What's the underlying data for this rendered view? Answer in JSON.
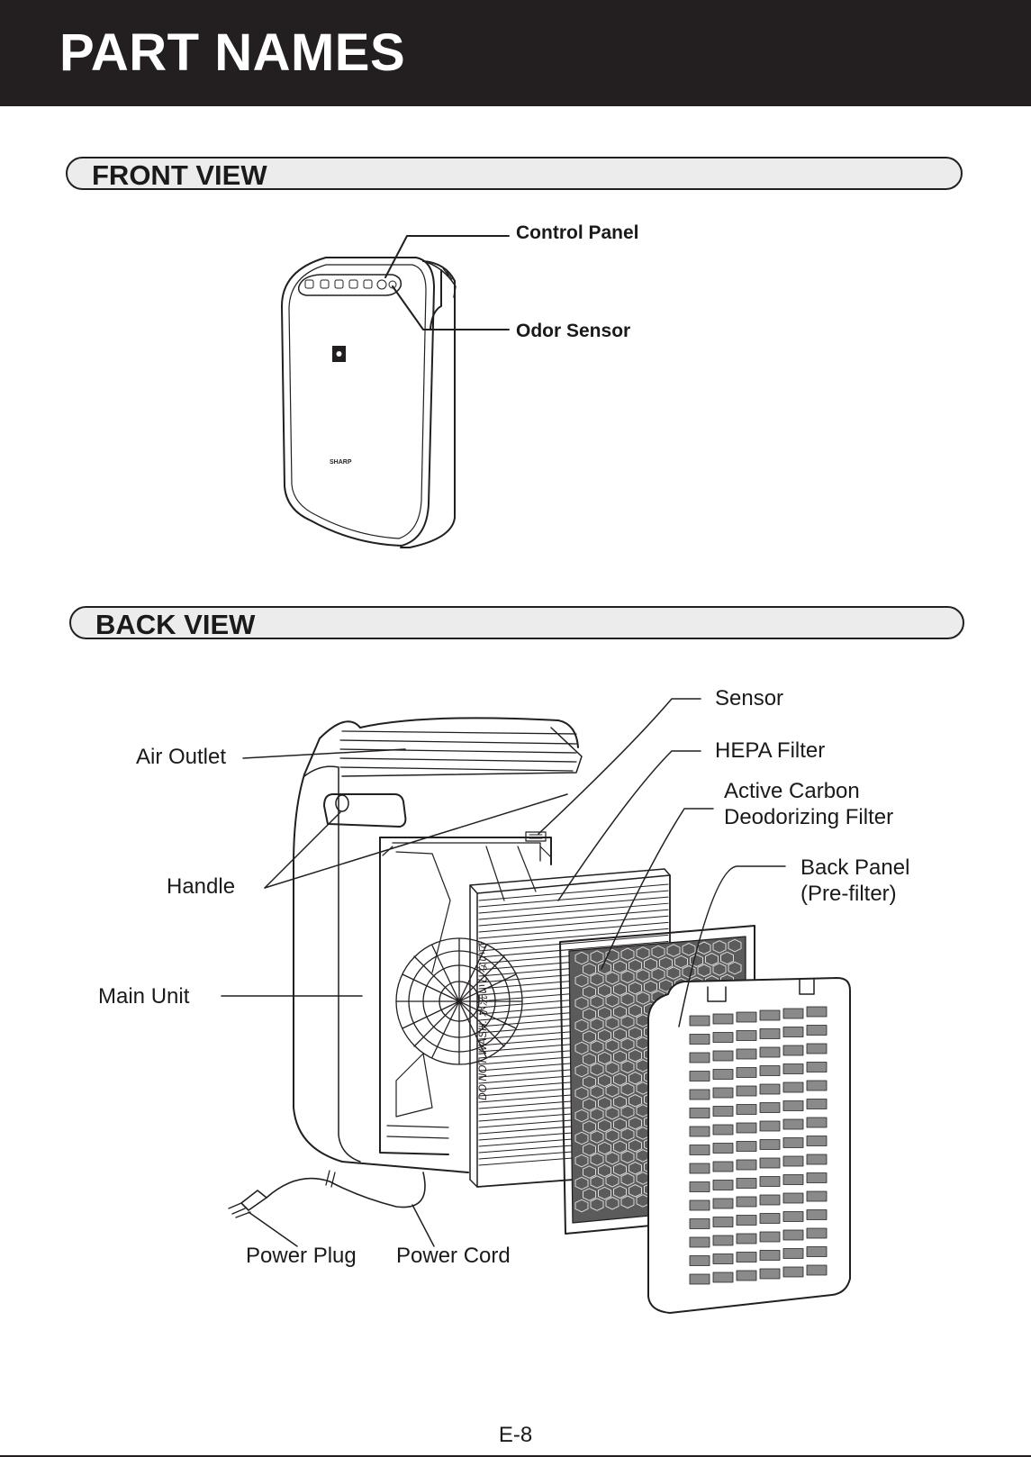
{
  "header": {
    "title": "PART NAMES"
  },
  "front_view": {
    "title": "FRONT VIEW",
    "labels": {
      "control_panel": "Control Panel",
      "odor_sensor": "Odor Sensor"
    },
    "logo_text": "SHARP"
  },
  "back_view": {
    "title": "BACK VIEW",
    "labels": {
      "sensor": "Sensor",
      "hepa_filter": "HEPA Filter",
      "active_carbon_line1": "Active Carbon",
      "active_carbon_line2": "Deodorizing Filter",
      "back_panel_line1": "Back Panel",
      "back_panel_line2": "(Pre-filter)",
      "air_outlet": "Air Outlet",
      "handle": "Handle",
      "main_unit": "Main Unit",
      "power_plug": "Power Plug",
      "power_cord": "Power Cord"
    },
    "filter_print": "DO NOT WASH. 水洗いしないで"
  },
  "footer": {
    "page_number": "E-8"
  }
}
